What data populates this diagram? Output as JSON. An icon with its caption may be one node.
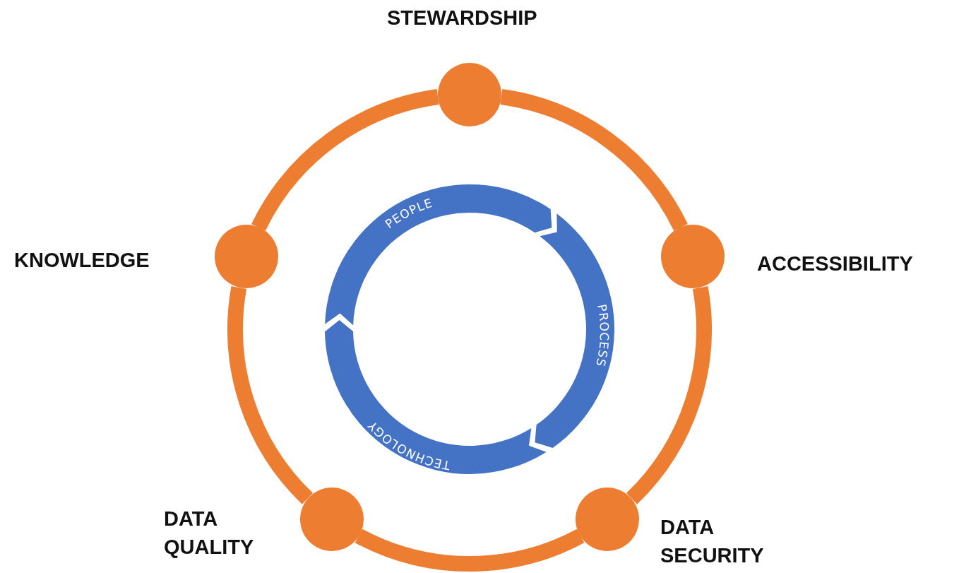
{
  "diagram": {
    "nodes": [
      {
        "text": [],
        "shape": "circle",
        "beside": [
          "STEWARDSHIP"
        ]
      },
      {
        "text": [],
        "shape": "circle",
        "beside": [
          "KNOWLEDGE"
        ]
      },
      {
        "text": [],
        "shape": "circle",
        "beside": [
          "ACCESSIBILITY"
        ]
      },
      {
        "text": [],
        "shape": "circle",
        "beside": [
          "DATA QUALITY"
        ]
      },
      {
        "text": [],
        "shape": "circle",
        "beside": [
          "DATA SECURITY"
        ]
      },
      {
        "text": [
          "PEOPLE"
        ]
      },
      {
        "text": [
          "PROCESS"
        ]
      },
      {
        "text": [
          "TECHNOLOGY"
        ]
      }
    ],
    "edges": [
      {
        "from": 0,
        "to": 2,
        "arrow": "none"
      },
      {
        "from": 2,
        "to": 4,
        "arrow": "none"
      },
      {
        "from": 4,
        "to": 3,
        "arrow": "none"
      },
      {
        "from": 3,
        "to": 1,
        "arrow": "none"
      },
      {
        "from": 1,
        "to": 0,
        "arrow": "none"
      }
    ]
  }
}
